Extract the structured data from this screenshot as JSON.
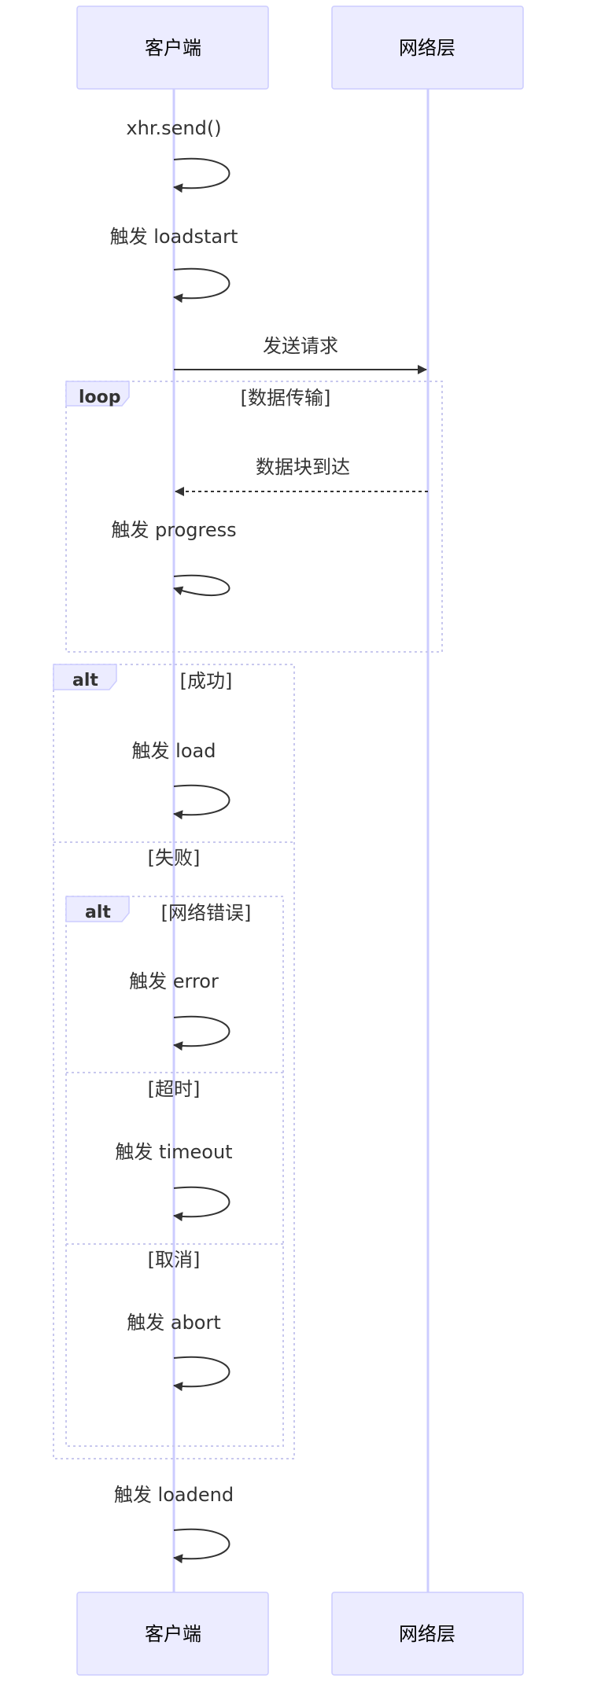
{
  "participants": [
    "客户端",
    "网络层"
  ],
  "messages": {
    "send": "xhr.send()",
    "loadstart": "触发 loadstart",
    "request": "发送请求",
    "chunk": "数据块到达",
    "progress": "触发 progress",
    "load": "触发 load",
    "error": "触发 error",
    "timeout": "触发 timeout",
    "abort": "触发 abort",
    "loadend": "触发 loadend"
  },
  "frames": {
    "loop": {
      "tag": "loop",
      "condition": "[数据传输]"
    },
    "alt_outer": {
      "tag": "alt",
      "condition": "[成功]",
      "else_condition": "[失败]"
    },
    "alt_inner": {
      "tag": "alt",
      "condition": "[网络错误]",
      "else1": "[超时]",
      "else2": "[取消]"
    }
  },
  "colors": {
    "actor_fill": "#ECECFF",
    "actor_stroke": "#CCCCFF",
    "line": "#333333"
  }
}
